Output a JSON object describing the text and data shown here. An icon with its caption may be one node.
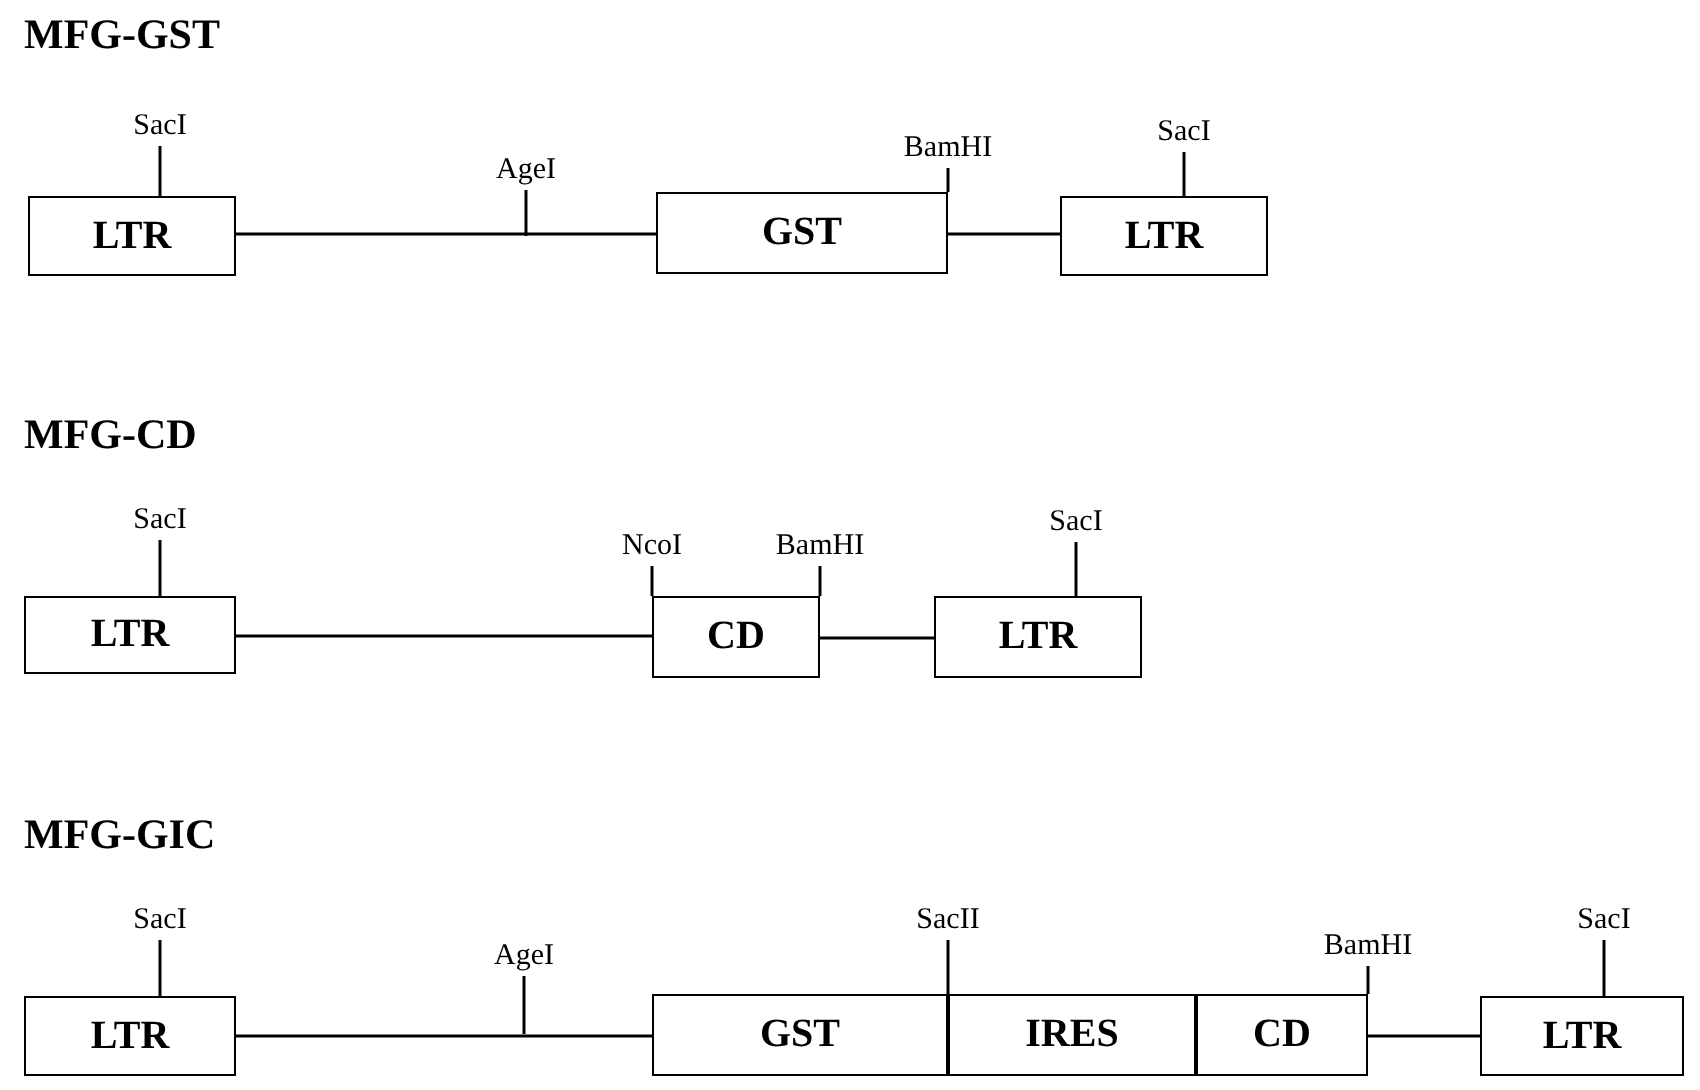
{
  "diagram": {
    "nodes": [
      {
        "text": [
          "SacI"
        ]
      },
      {
        "text": [
          "AgeI"
        ]
      },
      {
        "text": [
          "BamHI"
        ]
      },
      {
        "text": [
          "SacI"
        ]
      },
      {
        "text": [
          "LTR"
        ]
      },
      {
        "text": [
          "GST"
        ]
      },
      {
        "text": [
          "LTR"
        ]
      },
      {
        "text": [
          "SacI"
        ]
      },
      {
        "text": [
          "NcoI"
        ]
      },
      {
        "text": [
          "BamHI"
        ]
      },
      {
        "text": [
          "SacI"
        ]
      },
      {
        "text": [
          "LTR"
        ]
      },
      {
        "text": [
          "CD"
        ]
      },
      {
        "text": [
          "LTR"
        ]
      },
      {
        "text": [
          "SacI"
        ]
      },
      {
        "text": [
          "AgeI"
        ]
      },
      {
        "text": [
          "SacII"
        ]
      },
      {
        "text": [
          "BamHI"
        ]
      },
      {
        "text": [
          "SacI"
        ]
      },
      {
        "text": [
          "LTR"
        ]
      },
      {
        "text": [
          "GST"
        ]
      },
      {
        "text": [
          "IRES"
        ]
      },
      {
        "text": [
          "CD"
        ]
      },
      {
        "text": [
          "LTR"
        ]
      }
    ],
    "edges": [
      {
        "from": 0,
        "to": 4,
        "arrow": "none"
      },
      {
        "from": 1,
        "to": null,
        "arrow": "none"
      },
      {
        "from": 2,
        "to": 5,
        "arrow": "none"
      },
      {
        "from": 3,
        "to": 6,
        "arrow": "none"
      },
      {
        "from": 4,
        "to": 5,
        "arrow": "none"
      },
      {
        "from": 5,
        "to": 6,
        "arrow": "none"
      },
      {
        "from": 7,
        "to": 11,
        "arrow": "none"
      },
      {
        "from": 8,
        "to": 12,
        "arrow": "none"
      },
      {
        "from": 9,
        "to": 12,
        "arrow": "none"
      },
      {
        "from": 10,
        "to": 13,
        "arrow": "none"
      },
      {
        "from": 11,
        "to": 12,
        "arrow": "none"
      },
      {
        "from": 12,
        "to": 13,
        "arrow": "none"
      },
      {
        "from": 14,
        "to": 19,
        "arrow": "none"
      },
      {
        "from": 15,
        "to": null,
        "arrow": "none"
      },
      {
        "from": 16,
        "to": 20,
        "arrow": "none"
      },
      {
        "from": 17,
        "to": 22,
        "arrow": "none"
      },
      {
        "from": 18,
        "to": 23,
        "arrow": "none"
      },
      {
        "from": 19,
        "to": 20,
        "arrow": "none"
      },
      {
        "from": 22,
        "to": 23,
        "arrow": "none"
      }
    ],
    "labels": [
      "MFG-GST",
      "MFG-CD",
      "MFG-GIC"
    ]
  }
}
